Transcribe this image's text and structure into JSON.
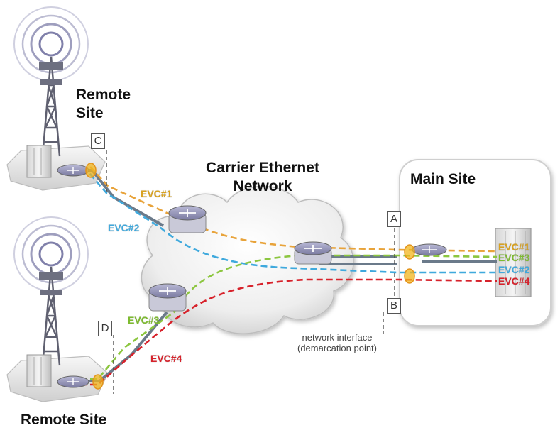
{
  "remote_site_top": {
    "line1": "Remote",
    "line2": "Site"
  },
  "remote_site_bottom": {
    "label": "Remote Site"
  },
  "main_site": {
    "label": "Main Site"
  },
  "cloud": {
    "line1": "Carrier Ethernet",
    "line2": "Network"
  },
  "demarcation_points": {
    "a": "A",
    "b": "B",
    "c": "C",
    "d": "D"
  },
  "evc_labels": {
    "evc1_path": "EVC#1",
    "evc2_path": "EVC#2",
    "evc3_path": "EVC#3",
    "evc4_path": "EVC#4",
    "evc1_main": "EVC#1",
    "evc3_main": "EVC#3",
    "evc2_main": "EVC#2",
    "evc4_main": "EVC#4"
  },
  "note": {
    "line1": "network interface",
    "line2": "(demarcation point)"
  },
  "colors": {
    "evc1": "#e8a33a",
    "evc2": "#3fa9dd",
    "evc3": "#8cc63f",
    "evc4": "#d7222b",
    "evc1_text": "#d4a017",
    "evc3_text": "#7dbb2e",
    "uni_marker": "#f2b51c"
  },
  "icons": [
    "tower-icon",
    "router-icon",
    "server-rack-icon",
    "network-cloud-icon",
    "uni-marker-icon"
  ]
}
